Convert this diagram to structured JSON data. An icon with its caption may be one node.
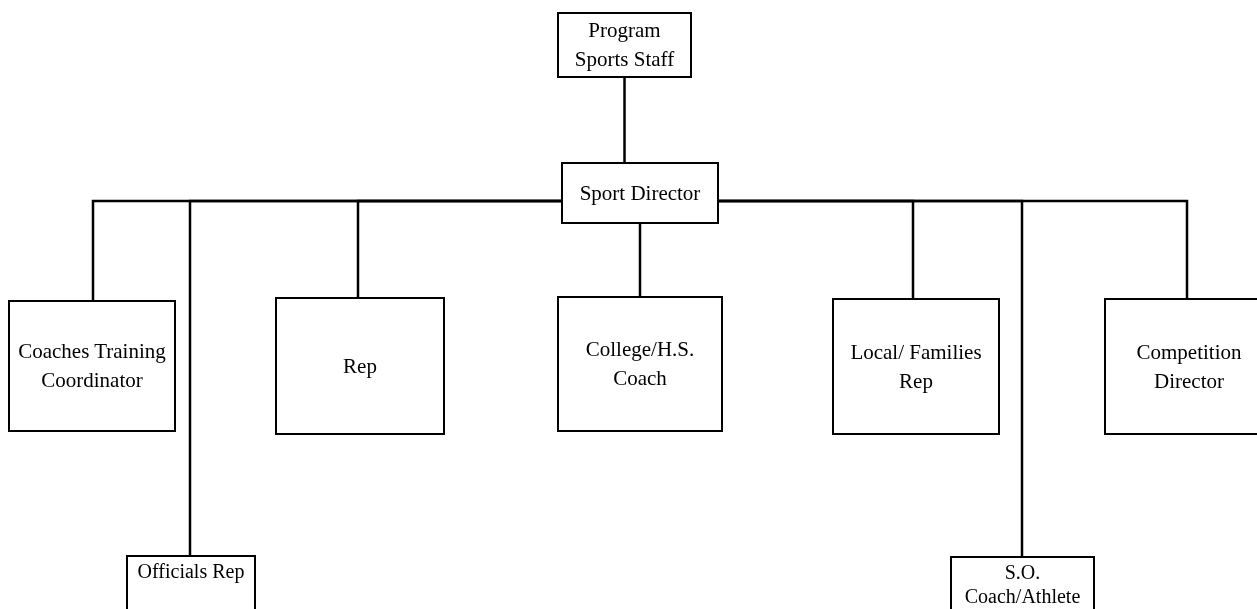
{
  "diagram": {
    "nodes": [
      {
        "text": [
          "Program Sports Staff"
        ]
      },
      {
        "text": [
          "Sport Director"
        ]
      },
      {
        "text": [
          "Coaches Training Coordinator"
        ]
      },
      {
        "text": [
          "Officials Rep"
        ]
      },
      {
        "text": [
          "Rep"
        ]
      },
      {
        "text": [
          "College/H.S. Coach"
        ]
      },
      {
        "text": [
          "Local/ Families Rep"
        ]
      },
      {
        "text": [
          "S.O. Coach/Athlete"
        ]
      },
      {
        "text": [
          "Competition Director"
        ]
      }
    ],
    "edges": [
      {
        "from": 0,
        "to": 1,
        "arrow": "none"
      },
      {
        "from": 1,
        "to": 2,
        "arrow": "none"
      },
      {
        "from": 1,
        "to": 3,
        "arrow": "none"
      },
      {
        "from": 1,
        "to": 4,
        "arrow": "none"
      },
      {
        "from": 1,
        "to": 5,
        "arrow": "none"
      },
      {
        "from": 1,
        "to": 6,
        "arrow": "none"
      },
      {
        "from": 1,
        "to": 7,
        "arrow": "none"
      },
      {
        "from": 1,
        "to": 8,
        "arrow": "none"
      }
    ]
  }
}
